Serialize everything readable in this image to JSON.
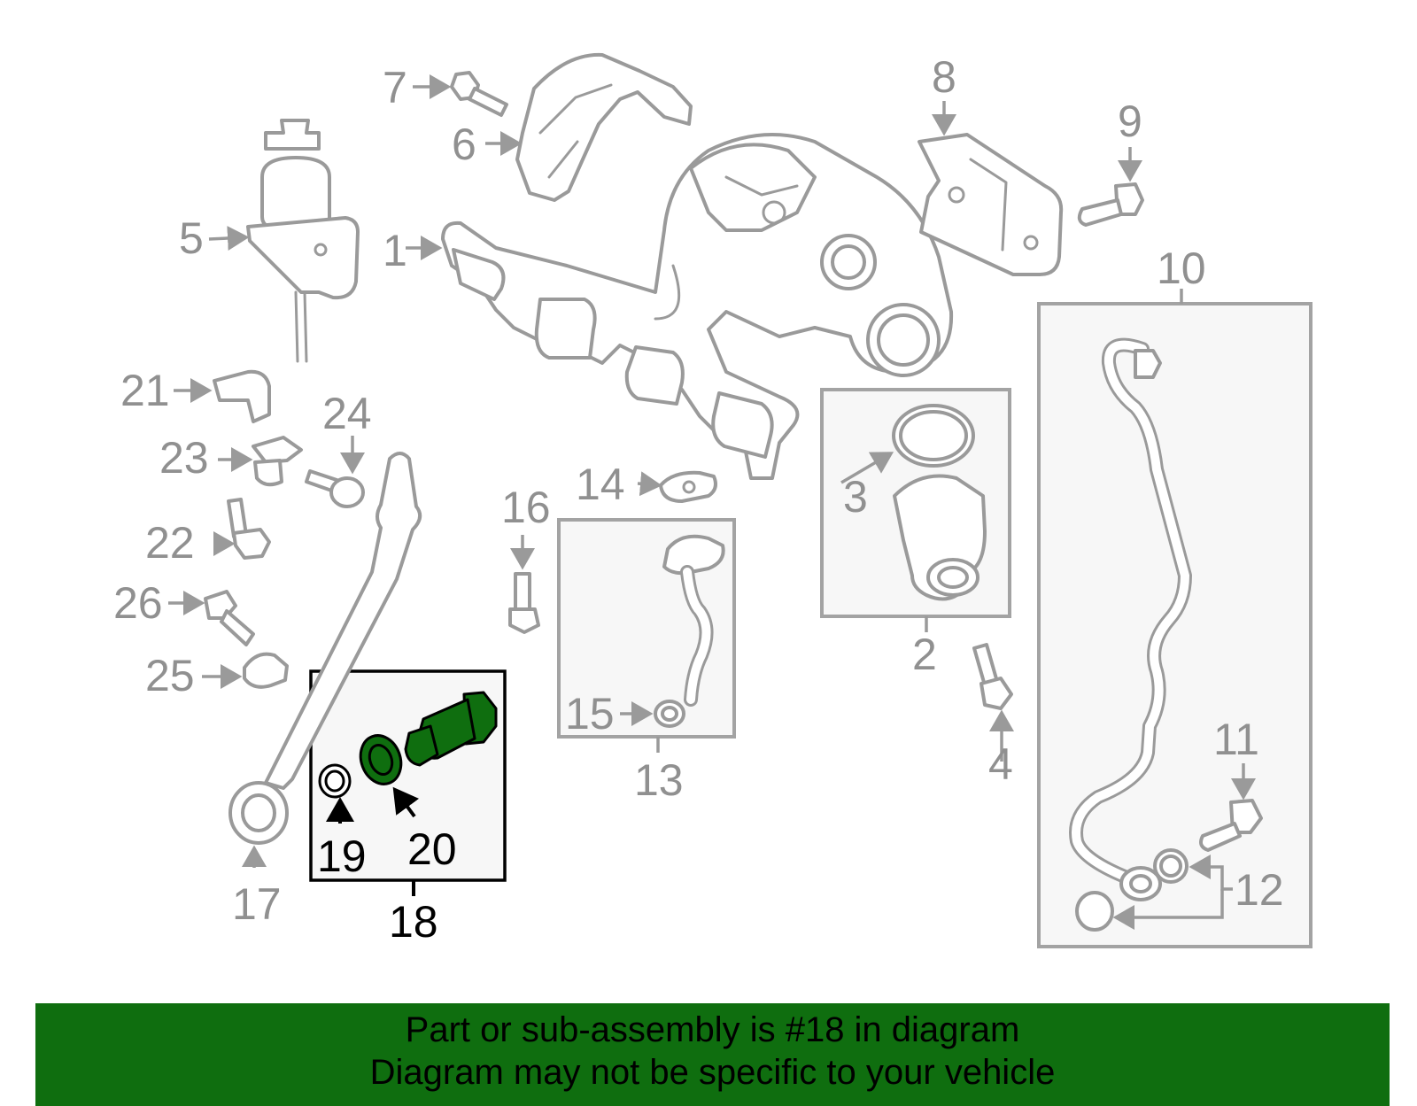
{
  "diagram": {
    "callouts": {
      "c1": "1",
      "c2": "2",
      "c3": "3",
      "c4": "4",
      "c5": "5",
      "c6": "6",
      "c7": "7",
      "c8": "8",
      "c9": "9",
      "c10": "10",
      "c11": "11",
      "c12": "12",
      "c13": "13",
      "c14": "14",
      "c15": "15",
      "c16": "16",
      "c17": "17",
      "c18": "18",
      "c19": "19",
      "c20": "20",
      "c21": "21",
      "c22": "22",
      "c23": "23",
      "c24": "24",
      "c25": "25",
      "c26": "26"
    },
    "highlighted_callout": "18",
    "highlight_color": "#0f6e0f",
    "line_color": "#9a9a9a"
  },
  "banner": {
    "line1": "Part or sub-assembly is #18 in diagram",
    "line2": "Diagram may not be specific to your vehicle",
    "background": "#0f6e0f"
  }
}
